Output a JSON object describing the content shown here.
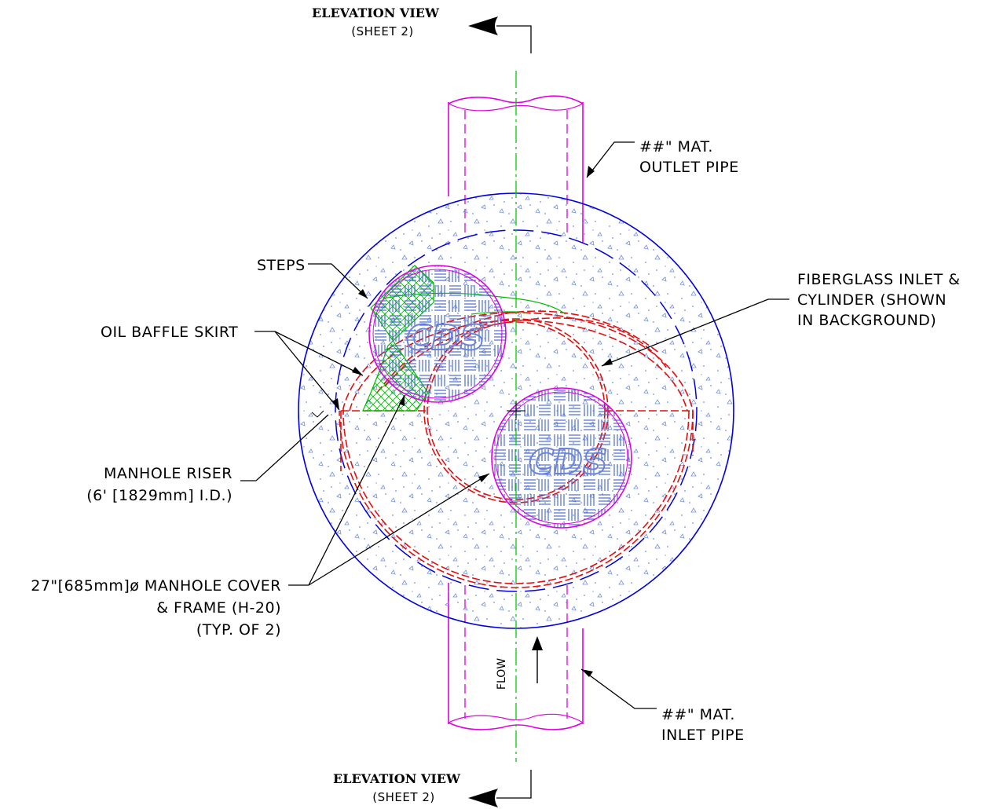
{
  "top_section": {
    "title": "ELEVATION VIEW",
    "sheet": "(SHEET 2)"
  },
  "bottom_section": {
    "title": "ELEVATION VIEW",
    "sheet": "(SHEET 2)"
  },
  "labels": {
    "outlet_line1": "##\" MAT.",
    "outlet_line2": "OUTLET PIPE",
    "inlet_line1": "##\" MAT.",
    "inlet_line2": "INLET PIPE",
    "steps": "STEPS",
    "oil_baffle": "OIL BAFFLE SKIRT",
    "fiberglass_line1": "FIBERGLASS INLET &",
    "fiberglass_line2": "CYLINDER (SHOWN",
    "fiberglass_line3": "IN BACKGROUND)",
    "riser_line1": "MANHOLE RISER",
    "riser_line2": "(6' [1829mm] I.D.)",
    "cover_line1": "27\"[685mm]ø MANHOLE COVER",
    "cover_line2": "& FRAME (H-20)",
    "cover_line3": "(TYP. OF 2)",
    "flow": "FLOW"
  },
  "logo_text": "CDS",
  "colors": {
    "pipe": "#e000e0",
    "outline": "#0000e0",
    "centerline": "#00cc00",
    "hatch": "#4a6ad8",
    "baffle": "#e01010",
    "steps": "#00bb00",
    "ink": "#000000"
  }
}
